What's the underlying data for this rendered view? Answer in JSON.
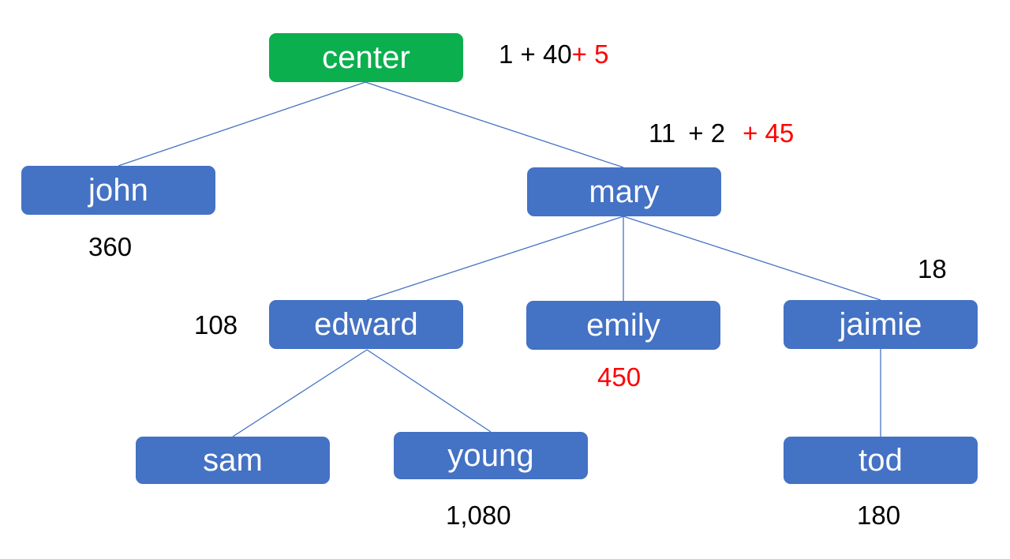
{
  "diagram": {
    "title": "hierarchy-tree",
    "colors": {
      "root": "#0CAF4E",
      "node": "#4472C4",
      "edge": "#4472C4",
      "label": "#000000",
      "highlight": "#FF0000",
      "background": "#FFFFFF"
    },
    "nodes": [
      {
        "id": "center",
        "label": "center",
        "color": "#0CAF4E"
      },
      {
        "id": "john",
        "label": "john",
        "color": "#4472C4"
      },
      {
        "id": "mary",
        "label": "mary",
        "color": "#4472C4"
      },
      {
        "id": "edward",
        "label": "edward",
        "color": "#4472C4"
      },
      {
        "id": "emily",
        "label": "emily",
        "color": "#4472C4"
      },
      {
        "id": "jaimie",
        "label": "jaimie",
        "color": "#4472C4"
      },
      {
        "id": "sam",
        "label": "sam",
        "color": "#4472C4"
      },
      {
        "id": "young",
        "label": "young",
        "color": "#4472C4"
      },
      {
        "id": "tod",
        "label": "tod",
        "color": "#4472C4"
      }
    ],
    "edges": [
      {
        "from": "center",
        "to": "john"
      },
      {
        "from": "center",
        "to": "mary"
      },
      {
        "from": "mary",
        "to": "edward"
      },
      {
        "from": "mary",
        "to": "emily"
      },
      {
        "from": "mary",
        "to": "jaimie"
      },
      {
        "from": "edward",
        "to": "sam"
      },
      {
        "from": "edward",
        "to": "young"
      },
      {
        "from": "jaimie",
        "to": "tod"
      }
    ],
    "expressions": {
      "center": {
        "black": "1 + 40",
        "red": "+ 5"
      },
      "mary": {
        "black_a": "11",
        "black_b": "+ 2",
        "red": "+ 45"
      }
    },
    "annotations": {
      "john": "360",
      "edward": "108",
      "emily": "450",
      "jaimie": "18",
      "young": "1,080",
      "tod": "180"
    }
  }
}
